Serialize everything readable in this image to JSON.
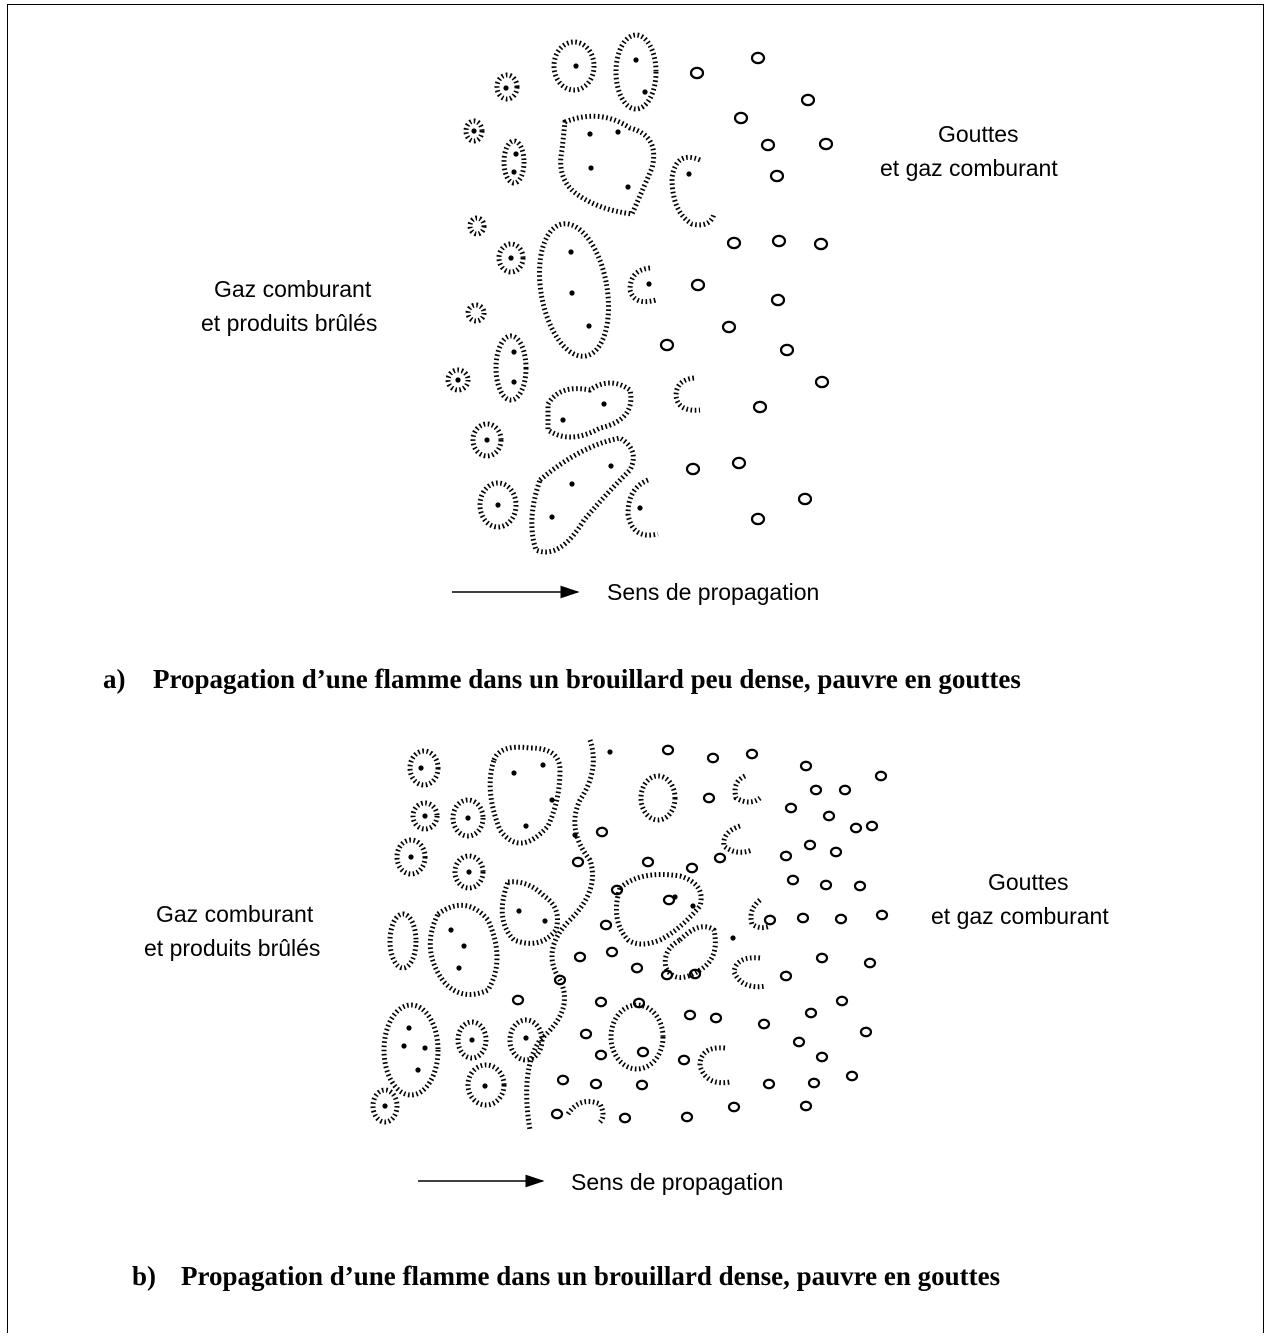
{
  "panel_a": {
    "label_left_line1": "Gaz comburant",
    "label_left_line2": "et produits brûlés",
    "label_right_line1": "Gouttes",
    "label_right_line2": "et gaz comburant",
    "direction": "Sens de propagation",
    "caption_letter": "a)",
    "caption": "Propagation d’une flamme dans un brouillard peu dense, pauvre en gouttes"
  },
  "panel_b": {
    "label_left_line1": "Gaz comburant",
    "label_left_line2": "et produits brûlés",
    "label_right_line1": "Gouttes",
    "label_right_line2": "et gaz comburant",
    "direction": "Sens de propagation",
    "caption_letter": "b)",
    "caption": "Propagation d’une flamme dans un brouillard dense, pauvre en gouttes"
  }
}
